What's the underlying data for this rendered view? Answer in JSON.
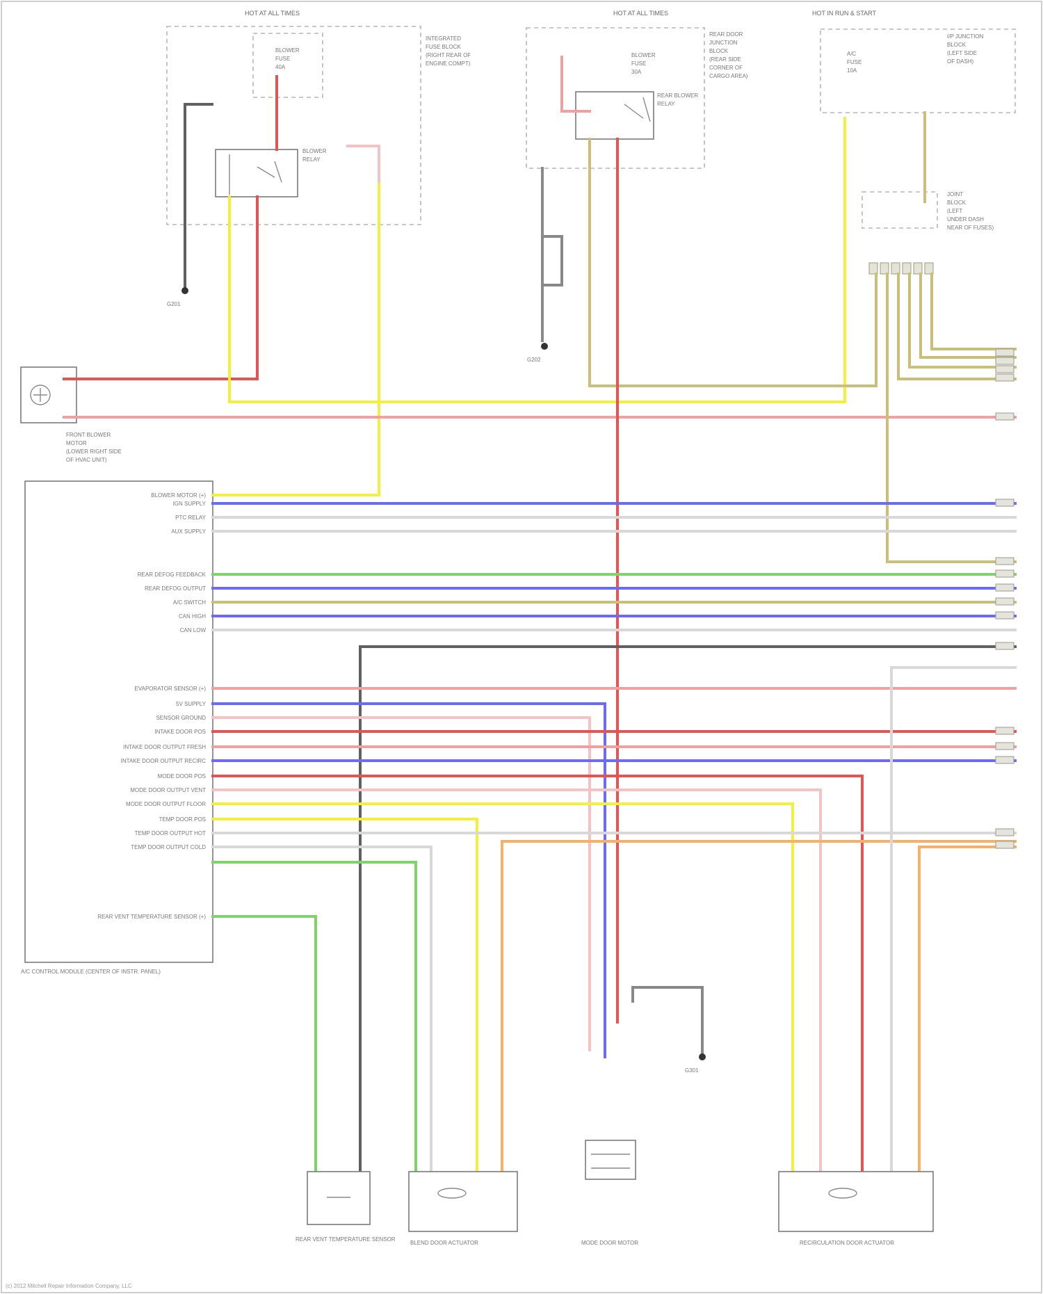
{
  "diagram": {
    "components": {
      "hot_at_all_times_1": "HOT AT ALL TIMES",
      "hot_at_all_times_2": "HOT AT ALL TIMES",
      "hot_in_run_start": "HOT IN RUN & START",
      "front_blower_motor": "FRONT BLOWER MOTOR (LOWER RIGHT SIDE OF HVAC UNIT)",
      "hvac_control_module": "A/C CONTROL MODULE (CENTER OF INSTR. PANEL)",
      "rear_vent_temp_sensor": "REAR VENT TEMPERATURE SENSOR",
      "blend_door_actuator": "BLEND DOOR ACTUATOR",
      "mode_door_motor": "MODE DOOR MOTOR",
      "recirc_door_actuator": "RECIRCULATION DOOR ACTUATOR",
      "ground_1": "G201",
      "ground_2": "G202",
      "ground_3": "G301"
    },
    "control_module_pins": [
      "BLOWER MOTOR (+)",
      "IGN SUPPLY",
      "PTC RELAY",
      "AUX SUPPLY",
      "REAR DEFOG FEEDBACK",
      "REAR DEFOG OUTPUT",
      "A/C SWITCH",
      "CAN HIGH",
      "CAN LOW",
      "EVAPORATOR SENSOR (+)",
      "5V SUPPLY",
      "SENSOR GROUND",
      "INTAKE DOOR POS",
      "INTAKE DOOR OUTPUT FRESH",
      "INTAKE DOOR OUTPUT RECIRC",
      "MODE DOOR POS",
      "MODE DOOR OUTPUT VENT",
      "MODE DOOR OUTPUT FLOOR",
      "TEMP DOOR POS",
      "TEMP DOOR OUTPUT HOT",
      "TEMP DOOR OUTPUT COLD",
      "REAR VENT TEMPERATURE SENSOR (+)"
    ],
    "footer": "(c) 2012 Mitchell Repair Information Company, LLC"
  }
}
